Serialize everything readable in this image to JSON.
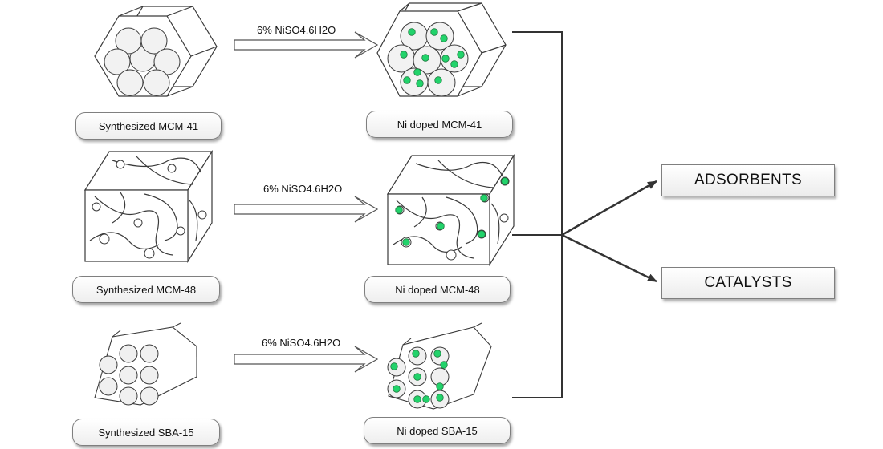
{
  "structures": [
    {
      "synthesized_label": "Synthesized MCM-41",
      "doped_label": "Ni doped MCM-41",
      "reagent": "6% NiSO4.6H2O"
    },
    {
      "synthesized_label": "Synthesized MCM-48",
      "doped_label": "Ni doped MCM-48",
      "reagent": "6% NiSO4.6H2O"
    },
    {
      "synthesized_label": "Synthesized SBA-15",
      "doped_label": "Ni doped SBA-15",
      "reagent": "6% NiSO4.6H2O"
    }
  ],
  "outputs": {
    "adsorbents": "ADSORBENTS",
    "catalysts": "CATALYSTS"
  },
  "colors": {
    "nickel": "#22d36b",
    "stroke": "#3a3a3a",
    "pore": "#f2f2f2"
  }
}
